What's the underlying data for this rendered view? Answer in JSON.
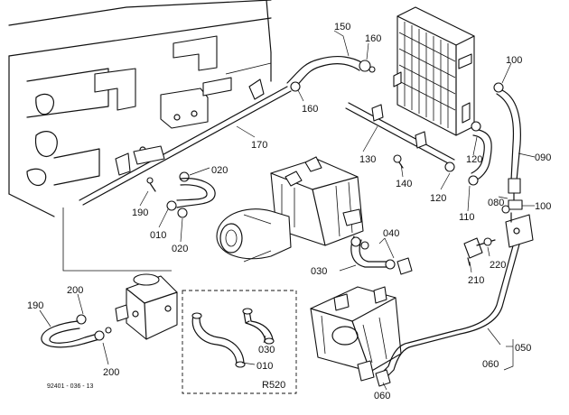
{
  "callouts": {
    "p150": "150",
    "p160a": "160",
    "p160b": "160",
    "p100a": "100",
    "p170": "170",
    "p130": "130",
    "p120a": "120",
    "p090": "090",
    "p020a": "020",
    "p140": "140",
    "p120b": "120",
    "p080": "080",
    "p100b": "100",
    "p190a": "190",
    "p110": "110",
    "p010a": "010",
    "p020b": "020",
    "p040": "040",
    "p220": "220",
    "p030a": "030",
    "p210": "210",
    "p200a": "200",
    "p190b": "190",
    "p030b": "030",
    "p050": "050",
    "p200b": "200",
    "p010b": "010",
    "p060a": "060",
    "p060b": "060"
  },
  "inset": {
    "label": "R520"
  },
  "drawing_code": "92401 - 036 - 13"
}
